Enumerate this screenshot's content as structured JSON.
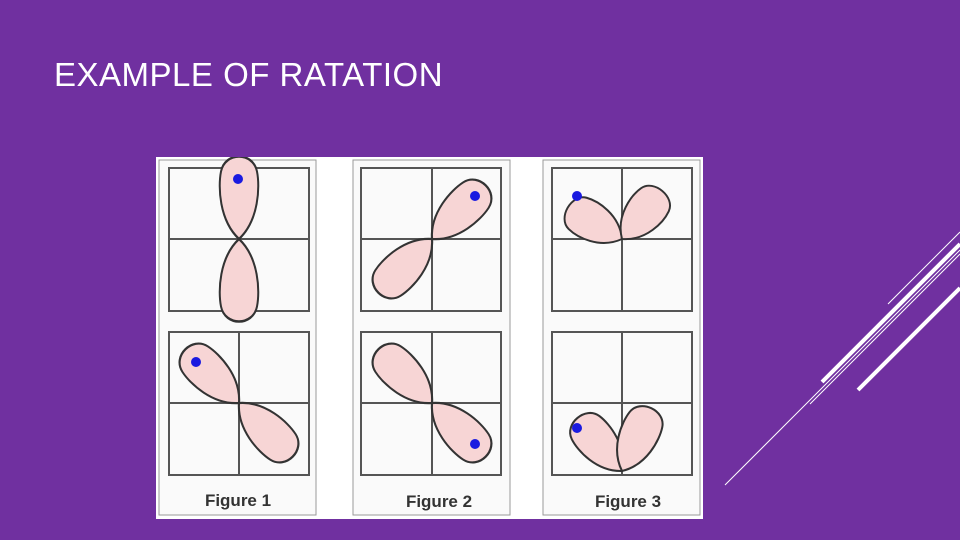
{
  "slide": {
    "title": "EXAMPLE OF RATATION"
  },
  "figures": [
    {
      "caption": "Figure 1"
    },
    {
      "caption": "Figure 2"
    },
    {
      "caption": "Figure 3"
    }
  ],
  "colors": {
    "background": "#7030a0",
    "lobe_fill": "#f7d5d5",
    "dot": "#1a1ae0",
    "grid": "#555555"
  }
}
